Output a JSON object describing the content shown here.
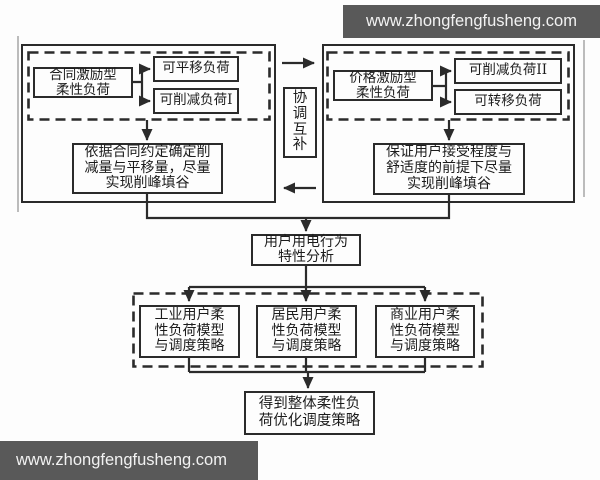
{
  "watermarks": {
    "top": "www.zhongfengfusheng.com",
    "bottom": "www.zhongfengfusheng.com"
  },
  "colors": {
    "line": "#2b2b2b",
    "watermark_bg": "#595959",
    "watermark_text": "#f2f2f2"
  },
  "flowchart": {
    "contract_group": {
      "source": "合同激励型\n柔性负荷",
      "shiftable_load": "可平移负荷",
      "curtailable_load_1": "可削减负荷I",
      "outcome": "依据合同约定确定削\n减量与平移量，尽量\n实现削峰填谷"
    },
    "price_group": {
      "source": "价格激励型\n柔性负荷",
      "curtailable_load_2": "可削减负荷II",
      "transferable_load": "可转移负荷",
      "outcome": "保证用户接受程度与\n舒适度的前提下尽量\n实现削峰填谷"
    },
    "coordination": "协\n调\n互\n补",
    "behavior_analysis": "用户用电行为\n特性分析",
    "industrial_model": "工业用户柔\n性负荷模型\n与调度策略",
    "residential_model": "居民用户柔\n性负荷模型\n与调度策略",
    "commercial_model": "商业用户柔\n性负荷模型\n与调度策略",
    "result": "得到整体柔性负\n荷优化调度策略"
  }
}
